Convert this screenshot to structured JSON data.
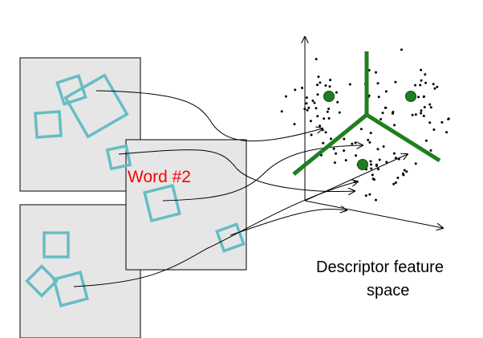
{
  "labels": {
    "word": "Word #2",
    "space_line1": "Descriptor feature",
    "space_line2": "space"
  },
  "colors": {
    "patch_fill": "#e6e6e6",
    "feature_box": "#66bdc4",
    "cluster": "#1f7f1f",
    "word_label": "#ff0000"
  }
}
